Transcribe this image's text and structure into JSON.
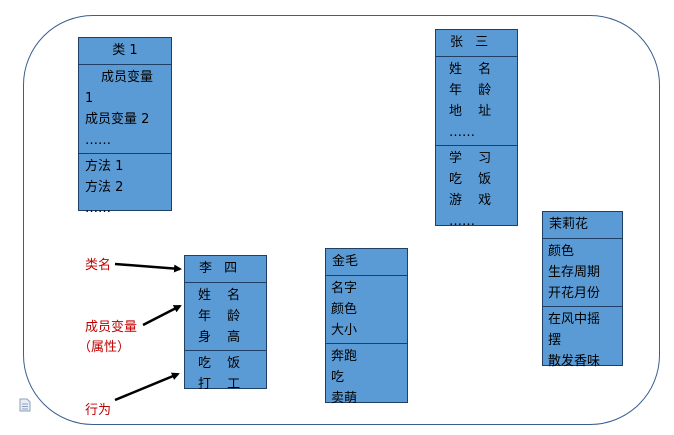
{
  "class_box": {
    "title": "类 1",
    "member_vars": [
      "成员变量",
      "1",
      "成员变量 2",
      "……"
    ],
    "methods": [
      "方法 1",
      "方法 2",
      "……"
    ]
  },
  "zhangsan_box": {
    "title": "张 三",
    "attributes": [
      "姓 名",
      "年 龄",
      "地 址",
      "……"
    ],
    "behaviors": [
      "学 习",
      "吃 饭",
      "游 戏",
      "……"
    ]
  },
  "lisi_box": {
    "title": "李 四",
    "attributes": [
      "姓 名",
      "年 龄",
      "身 高"
    ],
    "behaviors": [
      "吃 饭",
      "打 工"
    ]
  },
  "dog_box": {
    "title": "金毛",
    "attributes": [
      "名字",
      "颜色",
      "大小"
    ],
    "behaviors": [
      "奔跑",
      "吃",
      "卖萌"
    ]
  },
  "flower_box": {
    "title": "茉莉花",
    "attributes": [
      "颜色",
      "生存周期",
      "开花月份"
    ],
    "behaviors": [
      "在风中摇",
      "摆",
      "散发香味"
    ]
  },
  "labels": {
    "class_name": "类名",
    "member_var": "成员变量",
    "member_var_note": "（属性）",
    "behavior": "行为"
  },
  "colors": {
    "box_fill": "#5b9bd5",
    "label_red": "#c00000",
    "frame": "#3a5f8f"
  }
}
